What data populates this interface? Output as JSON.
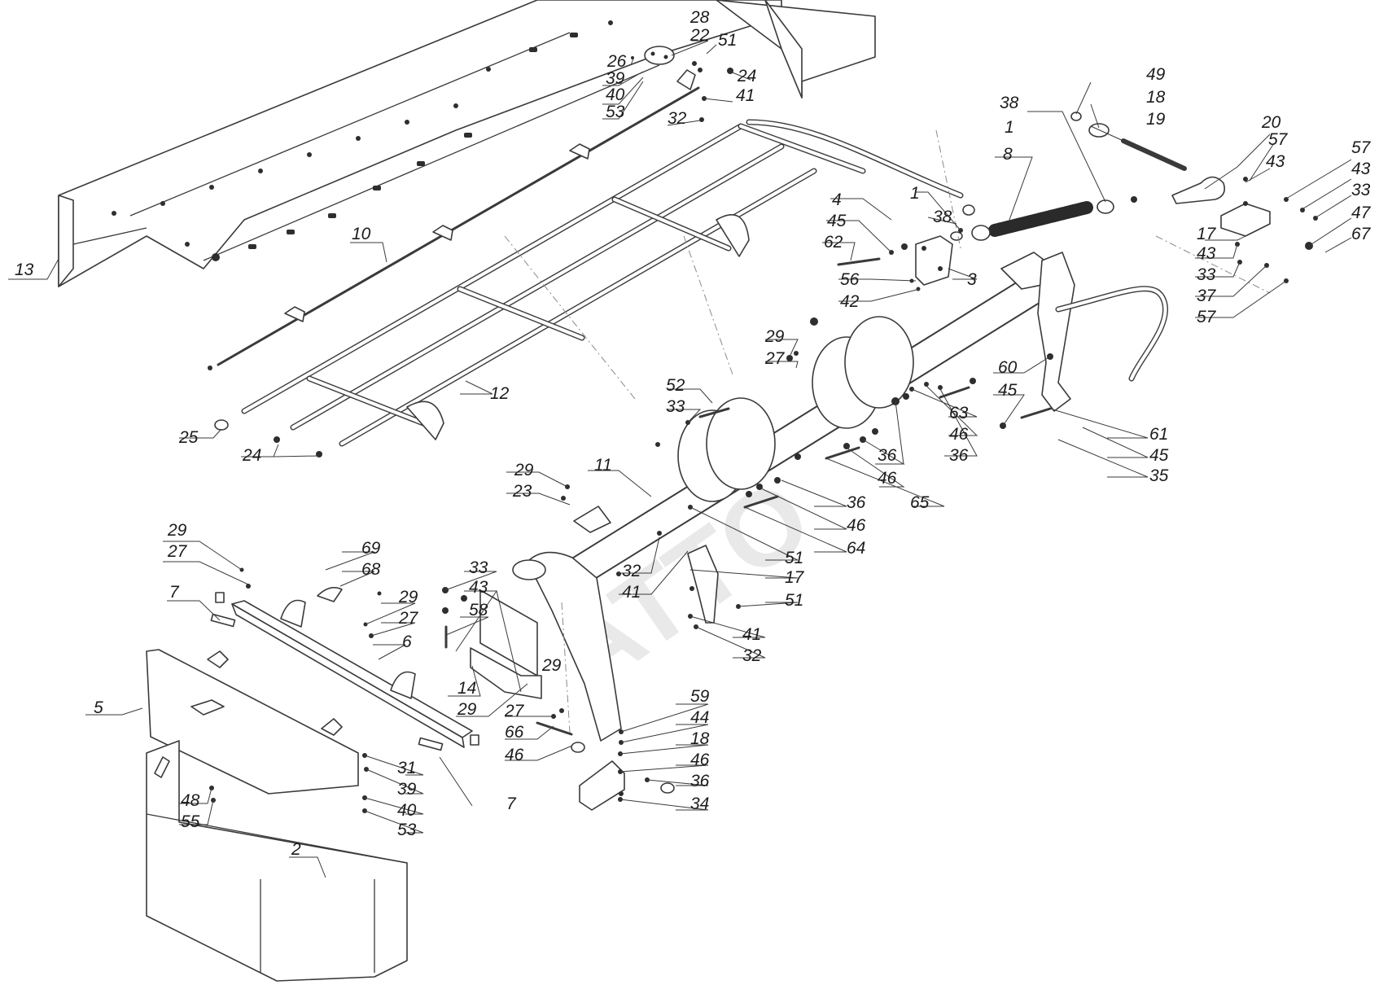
{
  "callouts": {
    "c_13": "13",
    "c_28": "28",
    "c_22": "22",
    "c_51_top": "51",
    "c_26": "26",
    "c_39_top": "39",
    "c_40_top": "40",
    "c_53_top": "53",
    "c_24_top": "24",
    "c_41_top": "41",
    "c_32_top": "32",
    "c_10": "10",
    "c_12": "12",
    "c_25": "25",
    "c_24_left": "24",
    "c_49": "49",
    "c_38_top": "38",
    "c_18_top": "18",
    "c_19": "19",
    "c_1_top": "1",
    "c_8": "8",
    "c_20": "20",
    "c_57_a": "57",
    "c_43_a": "43",
    "c_57_b": "57",
    "c_43_b": "43",
    "c_33_a": "33",
    "c_47": "47",
    "c_67": "67",
    "c_17_right": "17",
    "c_43_c": "43",
    "c_33_b": "33",
    "c_37": "37",
    "c_57_c": "57",
    "c_4": "4",
    "c_1_mid": "1",
    "c_38_mid": "38",
    "c_45_a": "45",
    "c_62": "62",
    "c_56": "56",
    "c_3": "3",
    "c_42": "42",
    "c_29_a": "29",
    "c_27_a": "27",
    "c_60": "60",
    "c_45_b": "45",
    "c_63": "63",
    "c_46_a": "46",
    "c_36_a": "36",
    "c_61": "61",
    "c_45_c": "45",
    "c_35": "35",
    "c_52": "52",
    "c_33_c": "33",
    "c_36_b": "36",
    "c_46_b": "46",
    "c_65": "65",
    "c_36_c": "36",
    "c_46_c": "46",
    "c_64": "64",
    "c_29_b": "29",
    "c_23": "23",
    "c_11": "11",
    "c_51_mid": "51",
    "c_17_mid": "17",
    "c_51_low": "51",
    "c_32_mid": "32",
    "c_41_mid": "41",
    "c_41_low": "41",
    "c_32_low": "32",
    "c_29_c": "29",
    "c_27_c": "27",
    "c_69": "69",
    "c_68": "68",
    "c_7_a": "7",
    "c_29_d": "29",
    "c_27_d": "27",
    "c_6": "6",
    "c_33_d": "33",
    "c_43_d": "43",
    "c_58": "58",
    "c_14": "14",
    "c_29_e": "29",
    "c_29_f": "29",
    "c_27_f": "27",
    "c_5": "5",
    "c_59": "59",
    "c_44": "44",
    "c_66": "66",
    "c_18_low": "18",
    "c_46_d": "46",
    "c_36_d": "36",
    "c_34": "34",
    "c_31": "31",
    "c_39_low": "39",
    "c_40_low": "40",
    "c_53_low": "53",
    "c_48": "48",
    "c_55": "55",
    "c_7_b": "7",
    "c_2": "2"
  },
  "watermark": "ATTO"
}
